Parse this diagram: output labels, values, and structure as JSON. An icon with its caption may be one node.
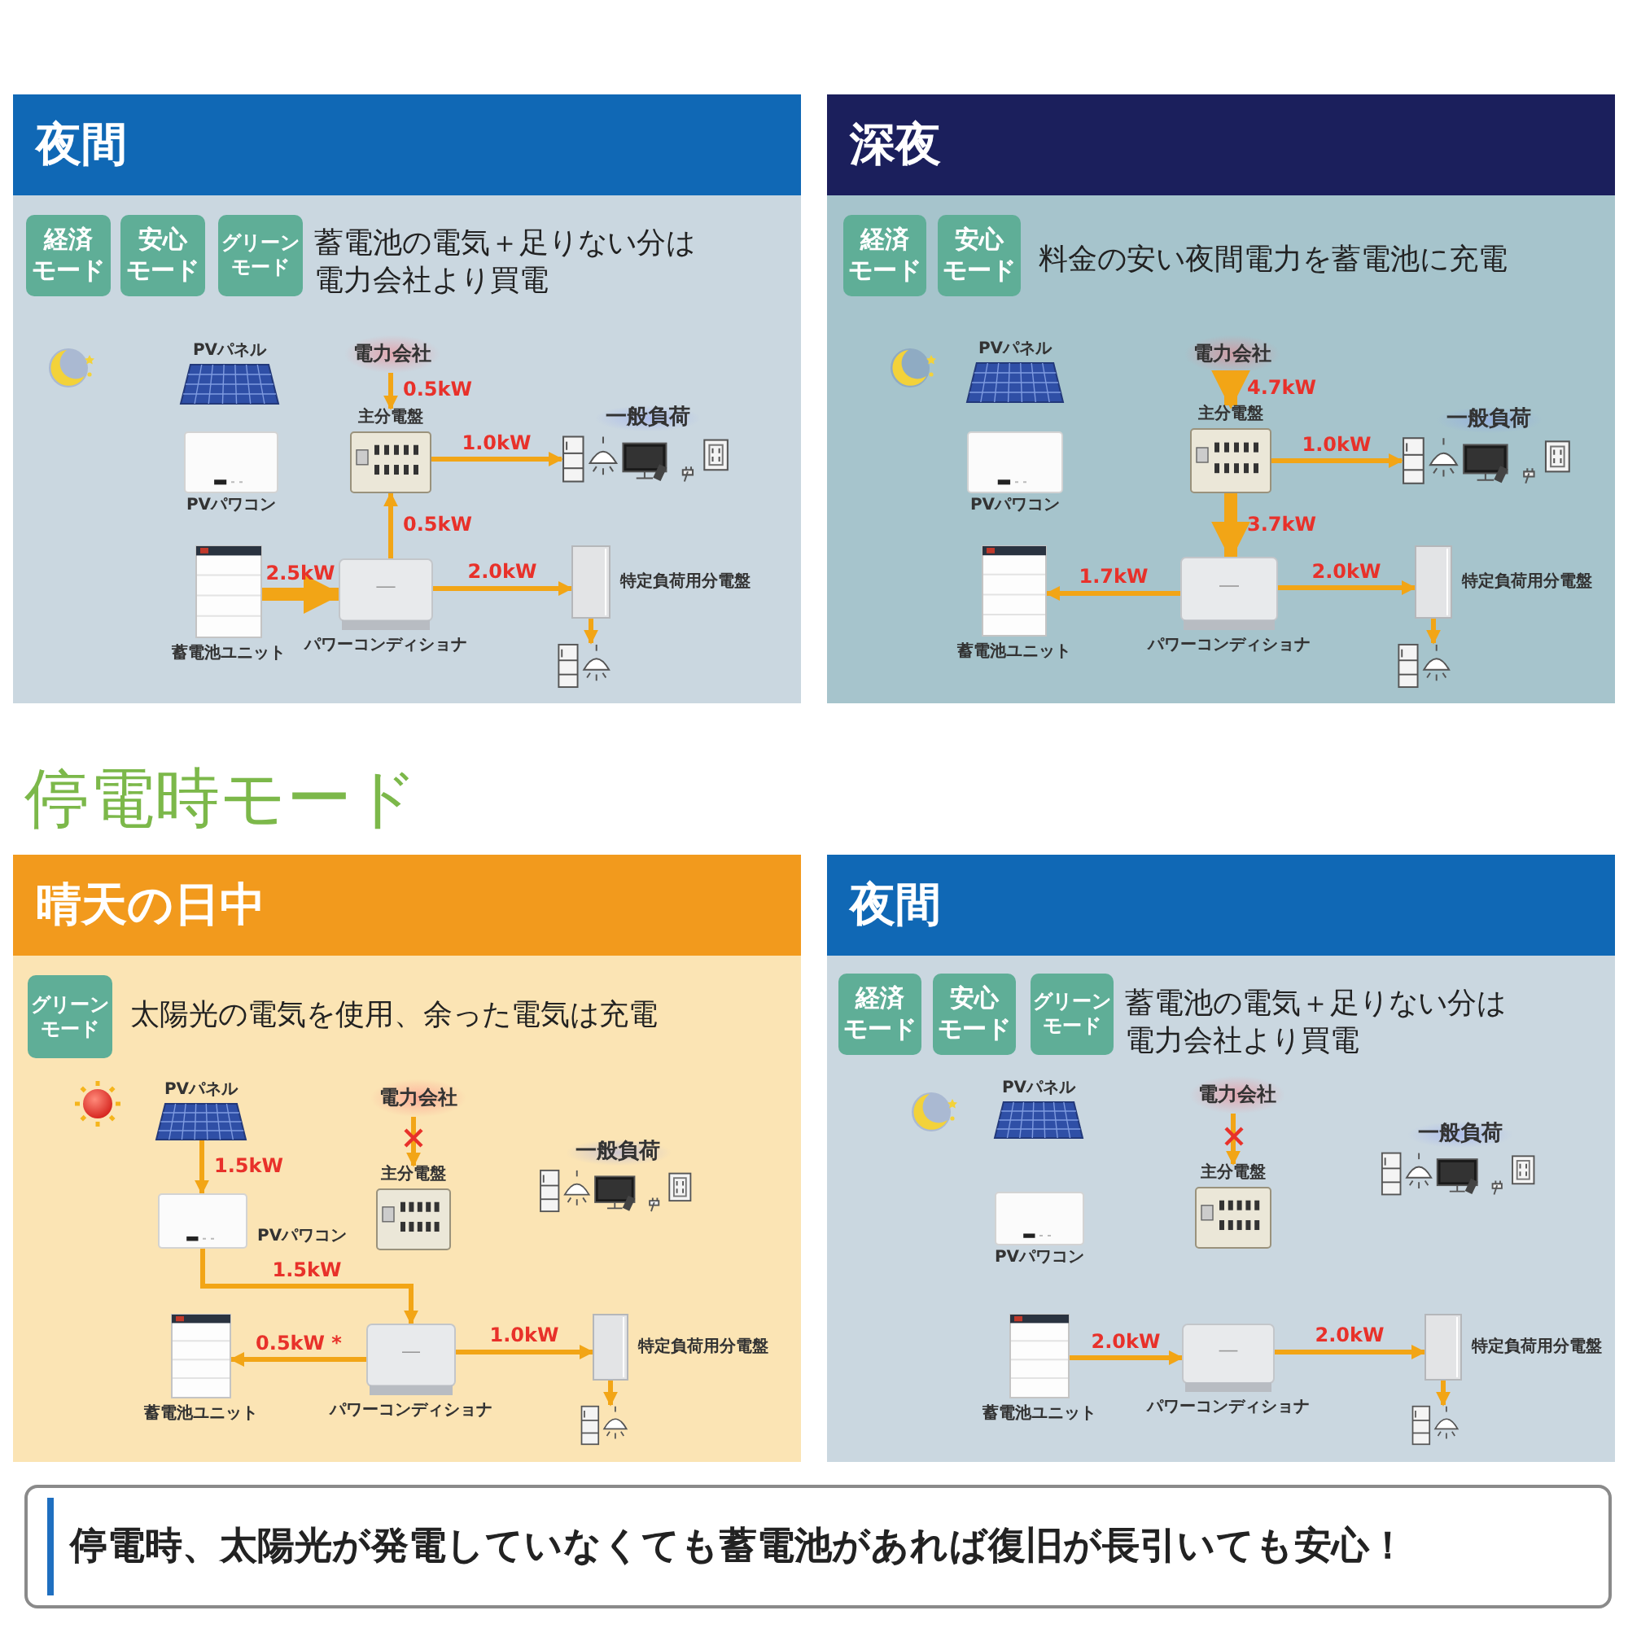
{
  "diagram": {
    "nodes": [
      {
        "text": [
          "夜間",
          "蓄電池の電気＋足りない分は電力会社より買電"
        ]
      },
      {
        "text": [
          "経済モード"
        ],
        "in": 0
      },
      {
        "text": [
          "安心モード"
        ],
        "in": 0
      },
      {
        "text": [
          "グリーンモード"
        ],
        "in": 0
      },
      {
        "text": [
          "PVパネル"
        ],
        "in": 0
      },
      {
        "text": [
          "電力会社"
        ],
        "in": 0
      },
      {
        "text": [
          "主分電盤"
        ],
        "in": 0
      },
      {
        "text": [
          "一般負荷"
        ],
        "in": 0
      },
      {
        "text": [
          "PVパワコン"
        ],
        "in": 0
      },
      {
        "text": [],
        "shape": "picture",
        "beside": [
          "蓄電池ユニット"
        ],
        "in": 0
      },
      {
        "text": [],
        "shape": "picture",
        "beside": [
          "パワーコンディショナ"
        ],
        "in": 0
      },
      {
        "text": [
          "特定負荷用分電盤"
        ],
        "in": 0
      },
      {
        "text": [],
        "shape": "picture",
        "in": 0
      },
      {
        "text": [
          "深夜",
          "料金の安い夜間電力を蓄電池に充電"
        ]
      },
      {
        "text": [
          "経済モード"
        ],
        "in": 13
      },
      {
        "text": [
          "安心モード"
        ],
        "in": 13
      },
      {
        "text": [
          "PVパネル"
        ],
        "in": 13
      },
      {
        "text": [
          "電力会社"
        ],
        "in": 13
      },
      {
        "text": [
          "主分電盤"
        ],
        "in": 13
      },
      {
        "text": [
          "一般負荷"
        ],
        "in": 13
      },
      {
        "text": [
          "PVパワコン"
        ],
        "in": 13
      },
      {
        "text": [],
        "shape": "picture",
        "beside": [
          "蓄電池ユニット"
        ],
        "in": 13
      },
      {
        "text": [],
        "shape": "picture",
        "beside": [
          "パワーコンディショナ"
        ],
        "in": 13
      },
      {
        "text": [
          "特定負荷用分電盤"
        ],
        "in": 13
      },
      {
        "text": [],
        "shape": "picture",
        "in": 13
      },
      {
        "text": [
          "晴天の日中",
          "太陽光の電気を使用、余った電気は充電"
        ]
      },
      {
        "text": [
          "グリーンモード"
        ],
        "in": 25
      },
      {
        "text": [
          "PVパネル"
        ],
        "in": 25
      },
      {
        "text": [
          "電力会社"
        ],
        "in": 25
      },
      {
        "text": [
          "主分電盤"
        ],
        "in": 25
      },
      {
        "text": [
          "一般負荷"
        ],
        "in": 25
      },
      {
        "text": [
          "PVパワコン"
        ],
        "in": 25
      },
      {
        "text": [],
        "shape": "picture",
        "beside": [
          "蓄電池ユニット"
        ],
        "in": 25
      },
      {
        "text": [],
        "shape": "picture",
        "beside": [
          "パワーコンディショナ"
        ],
        "in": 25
      },
      {
        "text": [
          "特定負荷用分電盤"
        ],
        "in": 25
      },
      {
        "text": [],
        "shape": "picture",
        "in": 25
      },
      {
        "text": [
          "夜間",
          "蓄電池の電気＋足りない分は電力会社より買電"
        ]
      },
      {
        "text": [
          "経済モード"
        ],
        "in": 36
      },
      {
        "text": [
          "安心モード"
        ],
        "in": 36
      },
      {
        "text": [
          "グリーンモード"
        ],
        "in": 36
      },
      {
        "text": [
          "PVパネル"
        ],
        "in": 36
      },
      {
        "text": [
          "電力会社"
        ],
        "in": 36
      },
      {
        "text": [
          "主分電盤"
        ],
        "in": 36
      },
      {
        "text": [
          "一般負荷"
        ],
        "in": 36
      },
      {
        "text": [
          "PVパワコン"
        ],
        "in": 36
      },
      {
        "text": [],
        "shape": "picture",
        "beside": [
          "蓄電池ユニット"
        ],
        "in": 36
      },
      {
        "text": [],
        "shape": "picture",
        "beside": [
          "パワーコンディショナ"
        ],
        "in": 36
      },
      {
        "text": [
          "特定負荷用分電盤"
        ],
        "in": 36
      },
      {
        "text": [],
        "shape": "picture",
        "in": 36
      },
      {
        "text": [
          "停電時、太陽光が発電していなくても蓄電池があれば復旧が長引いても安心！"
        ]
      }
    ],
    "edges": [
      {
        "from": 5,
        "to": 6,
        "arrow": "to",
        "label": "0.5kW"
      },
      {
        "from": 6,
        "to": 7,
        "arrow": "to",
        "label": "1.0kW"
      },
      {
        "from": 10,
        "to": 6,
        "arrow": "to",
        "label": "0.5kW"
      },
      {
        "from": 9,
        "to": 10,
        "arrow": "to",
        "label": "2.5kW",
        "style": "thick"
      },
      {
        "from": 10,
        "to": 11,
        "arrow": "to",
        "label": "2.0kW"
      },
      {
        "from": 11,
        "to": 12,
        "arrow": "to"
      },
      {
        "from": 17,
        "to": 18,
        "arrow": "to",
        "label": "4.7kW",
        "style": "thick"
      },
      {
        "from": 18,
        "to": 19,
        "arrow": "to",
        "label": "1.0kW"
      },
      {
        "from": 18,
        "to": 22,
        "arrow": "to",
        "label": "3.7kW",
        "style": "thick"
      },
      {
        "from": 22,
        "to": 21,
        "arrow": "to",
        "label": "1.7kW"
      },
      {
        "from": 22,
        "to": 23,
        "arrow": "to",
        "label": "2.0kW"
      },
      {
        "from": 23,
        "to": 24,
        "arrow": "to"
      },
      {
        "from": 28,
        "to": 29,
        "arrow": "to"
      },
      {
        "from": 27,
        "to": 31,
        "arrow": "to",
        "label": "1.5kW"
      },
      {
        "from": 31,
        "to": 33,
        "arrow": "to",
        "label": "1.5kW"
      },
      {
        "from": 33,
        "to": 32,
        "arrow": "to",
        "label": "0.5kW *"
      },
      {
        "from": 33,
        "to": 34,
        "arrow": "to",
        "label": "1.0kW"
      },
      {
        "from": 34,
        "to": 35,
        "arrow": "to"
      },
      {
        "from": 41,
        "to": 42,
        "arrow": "to"
      },
      {
        "from": 45,
        "to": 46,
        "arrow": "to",
        "label": "2.0kW"
      },
      {
        "from": 46,
        "to": 47,
        "arrow": "to",
        "label": "2.0kW"
      },
      {
        "from": 47,
        "to": 48,
        "arrow": "to"
      }
    ],
    "labels": [
      "停電時モード"
    ]
  }
}
